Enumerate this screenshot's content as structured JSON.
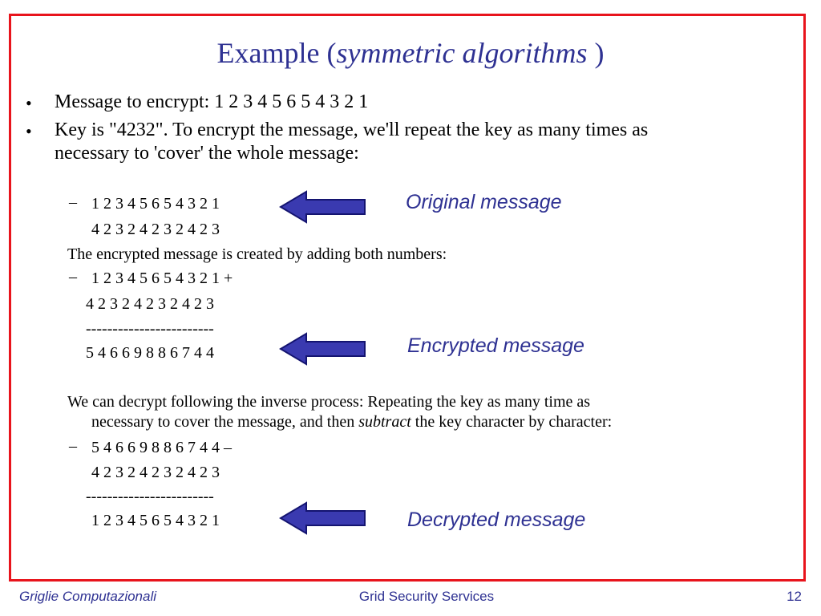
{
  "slide": {
    "title_main": "Example (",
    "title_italic": "symmetric algorithms",
    "title_end": " )",
    "bullets": [
      "Message to encrypt: 1 2 3 4 5 6 5 4 3 2 1",
      "Key is \"4232\". To encrypt the message, we'll repeat the key as many times as",
      "necessary to 'cover' the whole message:"
    ],
    "bullet_symbol": "•",
    "dash_symbol": "–",
    "original_message": "1 2 3 4 5 6 5 4 3 2 1",
    "key_repeated_1": "4 2 3 2 4 2 3 2 4 2 3",
    "encrypt_intro": "The encrypted message is created by adding both numbers:",
    "sum_line": "1 2 3 4 5 6 5 4 3 2 1 +",
    "key_repeated_2": "4 2 3 2 4 2 3 2 4 2 3",
    "separator_1": "------------------------",
    "encrypted_message": "5 4 6 6 9 8 8 6 7 4 4",
    "decrypt_line_1": "We can decrypt following the inverse process: Repeating the key as many time as",
    "decrypt_line_2_pre": "necessary to cover the message, and then ",
    "decrypt_line_2_italic": "subtract",
    "decrypt_line_2_post": " the key character by character:",
    "subtract_line": "5 4 6 6 9 8 8 6 7 4 4 –",
    "key_repeated_3": "4 2 3 2 4 2 3 2 4 2 3",
    "separator_2": "------------------------",
    "decrypted_message": "1 2 3 4 5 6 5 4 3 2 1",
    "labels": {
      "original": "Original message",
      "encrypted": "Encrypted message",
      "decrypted": "Decrypted message"
    }
  },
  "footer": {
    "left": "Griglie Computazionali",
    "center": "Grid Security Services",
    "page": "12"
  },
  "colors": {
    "frame": "#e8141c",
    "accent": "#2e3192",
    "arrow_fill": "#3a3ab0"
  }
}
